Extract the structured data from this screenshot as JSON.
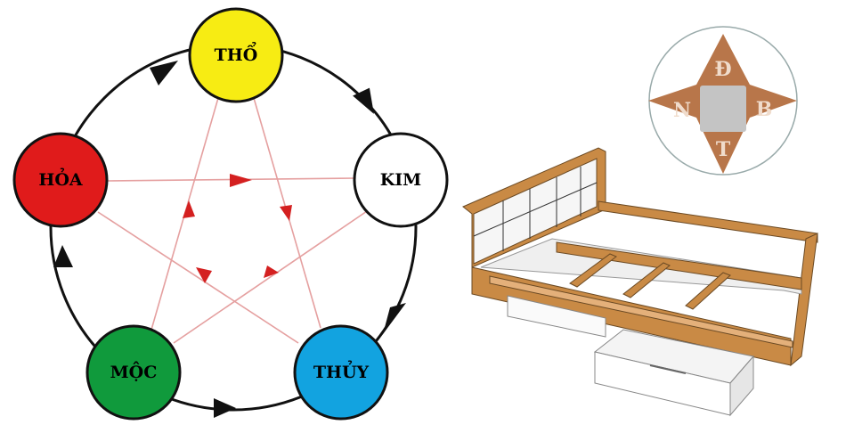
{
  "elements": [
    {
      "label": "THỔ",
      "color": "#f7ec13",
      "text_color": "#111111"
    },
    {
      "label": "KIM",
      "color": "#ffffff",
      "text_color": "#111111"
    },
    {
      "label": "THỦY",
      "color": "#12a3e0",
      "text_color": "#111111"
    },
    {
      "label": "MỘC",
      "color": "#109a3c",
      "text_color": "#111111"
    },
    {
      "label": "HỎA",
      "color": "#e01b1b",
      "text_color": "#111111"
    }
  ],
  "compass": {
    "top": "Đ",
    "left": "N",
    "right": "B",
    "bottom": "T",
    "color": "#b8764a"
  },
  "colors": {
    "cycle_arrow": "#111111",
    "control_line": "#e08080",
    "control_arrow": "#d42020",
    "wood": "#c98a45"
  }
}
